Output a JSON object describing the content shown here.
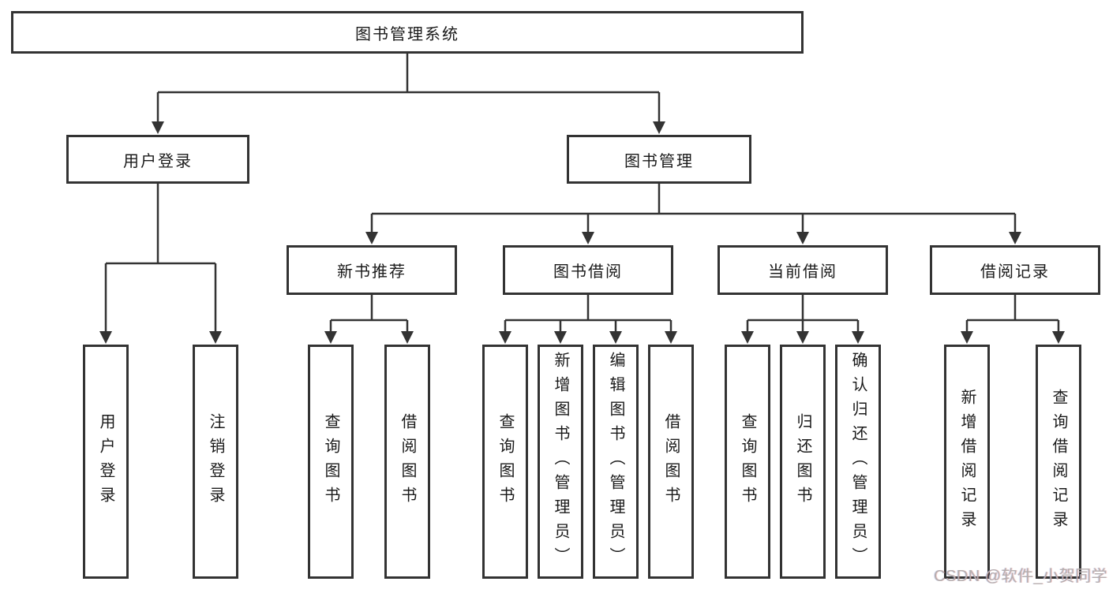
{
  "diagram_title": "图书管理系统",
  "watermark": "CSDN @软件_小贺同学",
  "colors": {
    "line": "#333333",
    "box_border": "#333333",
    "text": "#1a1a1a",
    "background": "#ffffff",
    "watermark": "#b5aeae"
  },
  "tree": {
    "root": {
      "label": "图书管理系统",
      "children": [
        {
          "label": "用户登录",
          "children": [
            {
              "label": "用户登录"
            },
            {
              "label": "注销登录"
            }
          ]
        },
        {
          "label": "图书管理",
          "children": [
            {
              "label": "新书推荐",
              "children": [
                {
                  "label": "查询图书"
                },
                {
                  "label": "借阅图书"
                }
              ]
            },
            {
              "label": "图书借阅",
              "children": [
                {
                  "label": "查询图书"
                },
                {
                  "label": "新增图书（管理员）"
                },
                {
                  "label": "编辑图书（管理员）"
                },
                {
                  "label": "借阅图书"
                }
              ]
            },
            {
              "label": "当前借阅",
              "children": [
                {
                  "label": "查询图书"
                },
                {
                  "label": "归还图书"
                },
                {
                  "label": "确认归还（管理员）"
                }
              ]
            },
            {
              "label": "借阅记录",
              "children": [
                {
                  "label": "新增借阅记录"
                },
                {
                  "label": "查询借阅记录"
                }
              ]
            }
          ]
        }
      ]
    }
  }
}
